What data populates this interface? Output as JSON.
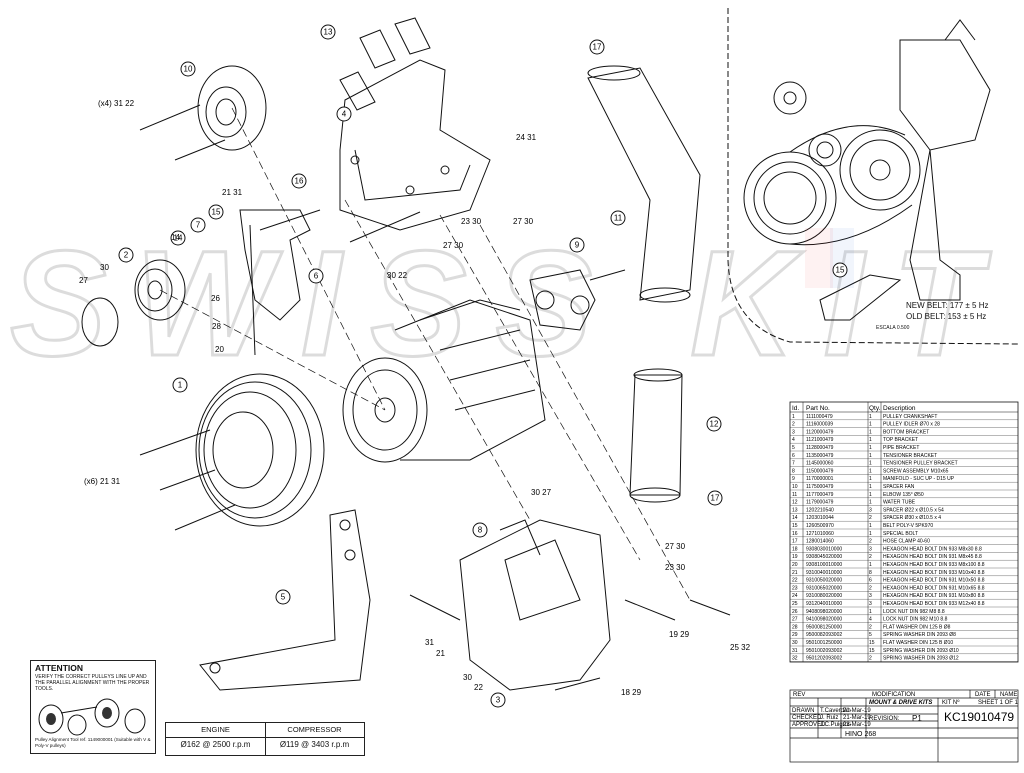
{
  "watermark": "SWISS KIT",
  "detail_view": {
    "new_belt": "NEW BELT: 177 ± 5 Hz",
    "old_belt": "OLD BELT: 153 ± 5 Hz",
    "escala": "ESCALA 0.500"
  },
  "callouts": [
    {
      "n": "1"
    },
    {
      "n": "2"
    },
    {
      "n": "3"
    },
    {
      "n": "4"
    },
    {
      "n": "5"
    },
    {
      "n": "6"
    },
    {
      "n": "7"
    },
    {
      "n": "8"
    },
    {
      "n": "9"
    },
    {
      "n": "10"
    },
    {
      "n": "11"
    },
    {
      "n": "12"
    },
    {
      "n": "13"
    },
    {
      "n": "14"
    },
    {
      "n": "15"
    },
    {
      "n": "16"
    },
    {
      "n": "17"
    },
    {
      "n": "17"
    }
  ],
  "ref_labels": [
    {
      "t": "(x4) 31 22"
    },
    {
      "t": "(x6) 21 31"
    },
    {
      "t": "21 31"
    },
    {
      "t": "24 31"
    },
    {
      "t": "27 30"
    },
    {
      "t": "23 30"
    },
    {
      "t": "27 30"
    },
    {
      "t": "30 22"
    },
    {
      "t": "26"
    },
    {
      "t": "28"
    },
    {
      "t": "20"
    },
    {
      "t": "27"
    },
    {
      "t": "30"
    },
    {
      "t": "14"
    },
    {
      "t": "30 27"
    },
    {
      "t": "27 30"
    },
    {
      "t": "23 30"
    },
    {
      "t": "19 29"
    },
    {
      "t": "25 32"
    },
    {
      "t": "18 29"
    },
    {
      "t": "30"
    },
    {
      "t": "22"
    },
    {
      "t": "31"
    },
    {
      "t": "21"
    }
  ],
  "bom": {
    "headers": [
      "Id.",
      "Part No.",
      "Qty.",
      "Description"
    ],
    "rows": [
      [
        "1",
        "1111000479",
        "1",
        "PULLEY CRANKSHAFT"
      ],
      [
        "2",
        "1116000039",
        "1",
        "PULLEY IDLER Ø70 x 28"
      ],
      [
        "3",
        "1120000479",
        "1",
        "BOTTOM BRACKET"
      ],
      [
        "4",
        "1121000479",
        "1",
        "TOP BRACKET"
      ],
      [
        "5",
        "1128000479",
        "1",
        "PIPE BRACKET"
      ],
      [
        "6",
        "1135000479",
        "1",
        "TENSIONER BRACKET"
      ],
      [
        "7",
        "1145000060",
        "1",
        "TENSIONER PULLEY BRACKET"
      ],
      [
        "8",
        "1150000479",
        "1",
        "SCREW ASSEMBLY M10x65"
      ],
      [
        "9",
        "1170000001",
        "1",
        "MANIFOLD - SUC UP - D15 UP"
      ],
      [
        "10",
        "1175000479",
        "1",
        "SPACER FAN"
      ],
      [
        "11",
        "1177000479",
        "1",
        "ELBOW 135° Ø50"
      ],
      [
        "12",
        "1179000479",
        "1",
        "WATER TUBE"
      ],
      [
        "13",
        "1202210540",
        "3",
        "SPACER Ø22 x Ø10.5 x 54"
      ],
      [
        "14",
        "1203010044",
        "2",
        "SPACER Ø30 x Ø10.5 x 4"
      ],
      [
        "15",
        "1260500970",
        "1",
        "BELT POLY-V 5PK970"
      ],
      [
        "16",
        "1271010060",
        "1",
        "SPECIAL BOLT"
      ],
      [
        "17",
        "1280014060",
        "2",
        "HOSE CLAMP 40-60"
      ],
      [
        "18",
        "9308030010000",
        "3",
        "HEXAGON HEAD BOLT DIN 933 M8x30 8.8"
      ],
      [
        "19",
        "9308045020000",
        "2",
        "HEXAGON HEAD BOLT DIN 931 M8x45 8.8"
      ],
      [
        "20",
        "9308100010000",
        "1",
        "HEXAGON HEAD BOLT DIN 933 M8x100 8.8"
      ],
      [
        "21",
        "9310040010000",
        "8",
        "HEXAGON HEAD BOLT DIN 933 M10x40 8.8"
      ],
      [
        "22",
        "9310050020000",
        "6",
        "HEXAGON HEAD BOLT DIN 931 M10x50 8.8"
      ],
      [
        "23",
        "9310065020000",
        "2",
        "HEXAGON HEAD BOLT DIN 931 M10x65 8.8"
      ],
      [
        "24",
        "9310080020000",
        "3",
        "HEXAGON HEAD BOLT DIN 931 M10x80 8.8"
      ],
      [
        "25",
        "9312040010000",
        "3",
        "HEXAGON HEAD BOLT DIN 933 M12x40 8.8"
      ],
      [
        "26",
        "9408098020000",
        "1",
        "LOCK NUT DIN 982 M8 8.8"
      ],
      [
        "27",
        "9410098020000",
        "4",
        "LOCK NUT DIN 982 M10 8.8"
      ],
      [
        "28",
        "9500081250000",
        "2",
        "FLAT WASHER DIN 125 B Ø8"
      ],
      [
        "29",
        "9500082093002",
        "5",
        "SPRING WASHER DIN 2093 Ø8"
      ],
      [
        "30",
        "9501001250000",
        "15",
        "FLAT WASHER DIN 125 B Ø10"
      ],
      [
        "31",
        "9501002093002",
        "15",
        "SPRING WASHER DIN 2093 Ø10"
      ],
      [
        "32",
        "9501202093002",
        "2",
        "SPRING WASHER DIN 2093 Ø12"
      ]
    ]
  },
  "title_block": {
    "rev": "REV",
    "modification": "MODIFICATION",
    "date": "DATE",
    "name": "NAME",
    "drawn_label": "DRAWN",
    "drawn_name": "T.Caverdán",
    "drawn_date": "21-Mar-19",
    "checked_label": "CHECKED",
    "checked_name": "J. Ruiz",
    "checked_date": "21-Mar-19",
    "approved_label": "APPROVED",
    "approved_name": "J.C.Puigros",
    "approved_date": "21-Mar-19",
    "mount_title": "MOUNT & DRIVE KITS",
    "revision_label": "REVISION:",
    "revision_value": "P1",
    "kit_no_label": "KIT Nº",
    "sheet_label": "SHEET 1 OF 1",
    "kit_no": "KC19010479",
    "vehicle": "HINO 268"
  },
  "attention": {
    "title": "ATTENTION",
    "body": "VERIFY THE CORRECT PULLEYS LINE UP AND THE PARALLEL ALIGNMENT WITH THE PROPER TOOLS.",
    "tool": "Pulley Alignment Tool ref. 1149000001 (Suitable with V & Poly-V pulleys)"
  },
  "performance": {
    "engine_label": "ENGINE",
    "compressor_label": "COMPRESSOR",
    "engine_value": "Ø162 @ 2500 r.p.m",
    "compressor_value": "Ø119 @ 3403 r.p.m"
  },
  "colors": {
    "line": "#111111",
    "watermark": "#e6e6e6",
    "accent_red": "#e53935",
    "accent_blue": "#1e63c8"
  }
}
